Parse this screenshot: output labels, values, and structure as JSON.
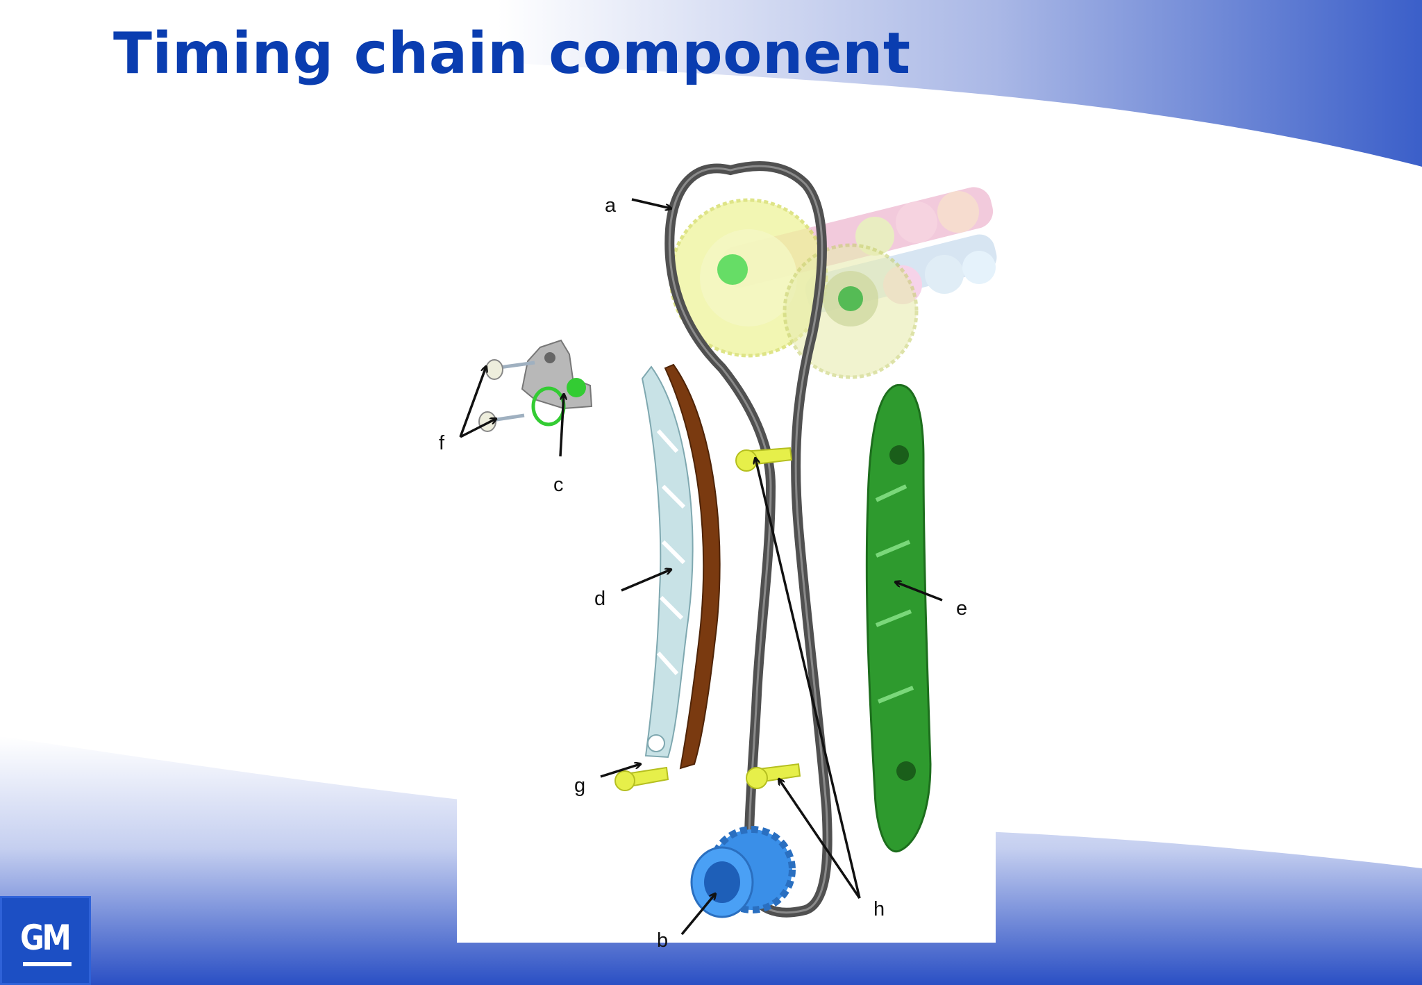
{
  "slide": {
    "title": "Timing chain component"
  },
  "diagram": {
    "labels": {
      "a": "a",
      "b": "b",
      "c": "c",
      "d": "d",
      "e": "e",
      "f": "f",
      "g": "g",
      "h": "h"
    },
    "colors": {
      "chain": "#4a4a4a",
      "tensioner_guide": "#7a3a10",
      "tensioner_guide_back": "#c8e2e6",
      "fixed_guide": "#2e9a2e",
      "crank_sprocket": "#3a8fe8",
      "bolts": "#e6ef4a",
      "cam_gear": "#e8f08a",
      "tensioner_body": "#b8b8b8",
      "seal_ring": "#33cc33"
    }
  },
  "logo": {
    "text": "GM"
  },
  "colors": {
    "title": "#0a3db0",
    "gradient_blue": "#2a52c8"
  }
}
